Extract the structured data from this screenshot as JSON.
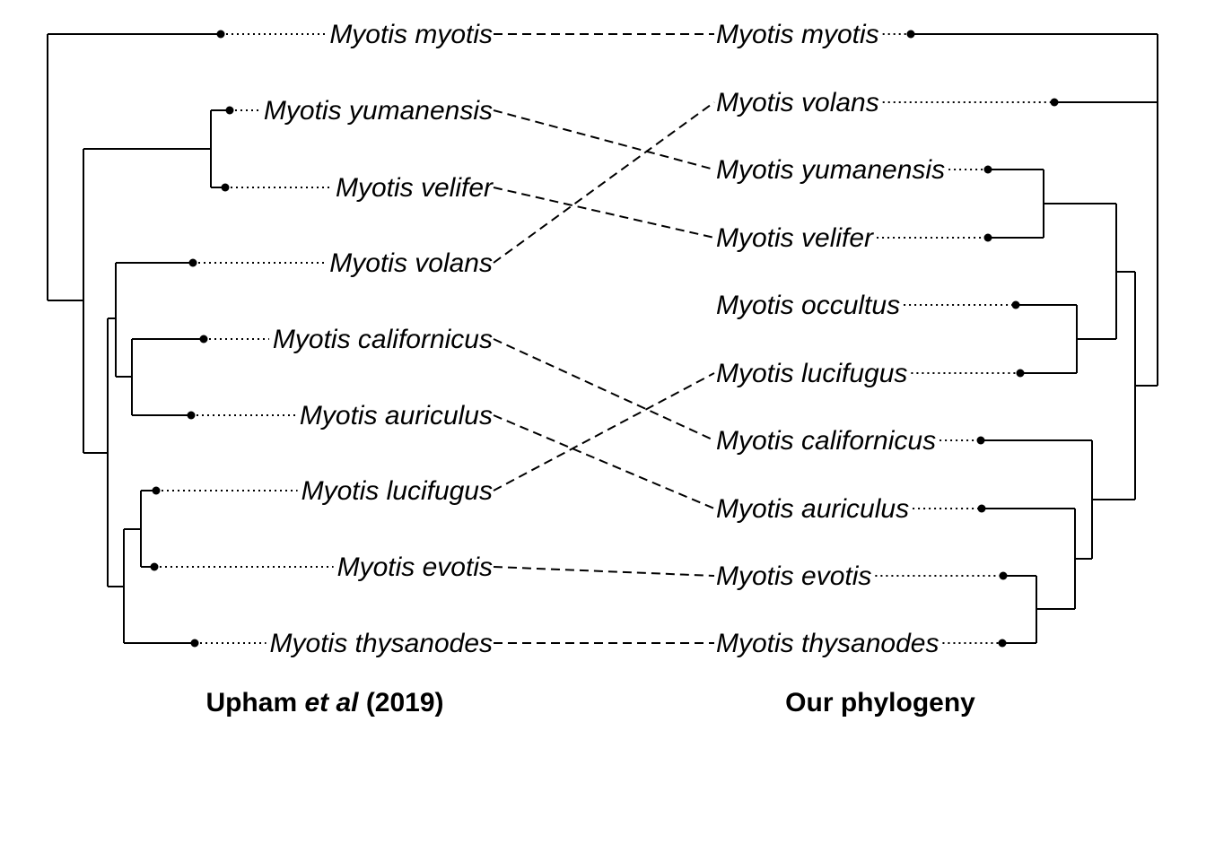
{
  "left_tree": {
    "caption_before": "Upham ",
    "caption_italic": "et al",
    "caption_after": " (2019)",
    "tips": [
      "Myotis myotis",
      "Myotis yumanensis",
      "Myotis velifer",
      "Myotis volans",
      "Myotis californicus",
      "Myotis auriculus",
      "Myotis lucifugus",
      "Myotis evotis",
      "Myotis thysanodes"
    ]
  },
  "right_tree": {
    "caption": "Our phylogeny",
    "tips": [
      "Myotis myotis",
      "Myotis volans",
      "Myotis yumanensis",
      "Myotis velifer",
      "Myotis occultus",
      "Myotis lucifugus",
      "Myotis californicus",
      "Myotis auriculus",
      "Myotis evotis",
      "Myotis thysanodes"
    ]
  },
  "links": [
    [
      "Myotis myotis",
      "Myotis myotis"
    ],
    [
      "Myotis yumanensis",
      "Myotis yumanensis"
    ],
    [
      "Myotis velifer",
      "Myotis velifer"
    ],
    [
      "Myotis volans",
      "Myotis volans"
    ],
    [
      "Myotis californicus",
      "Myotis californicus"
    ],
    [
      "Myotis auriculus",
      "Myotis auriculus"
    ],
    [
      "Myotis lucifugus",
      "Myotis lucifugus"
    ],
    [
      "Myotis evotis",
      "Myotis evotis"
    ],
    [
      "Myotis thysanodes",
      "Myotis thysanodes"
    ]
  ]
}
